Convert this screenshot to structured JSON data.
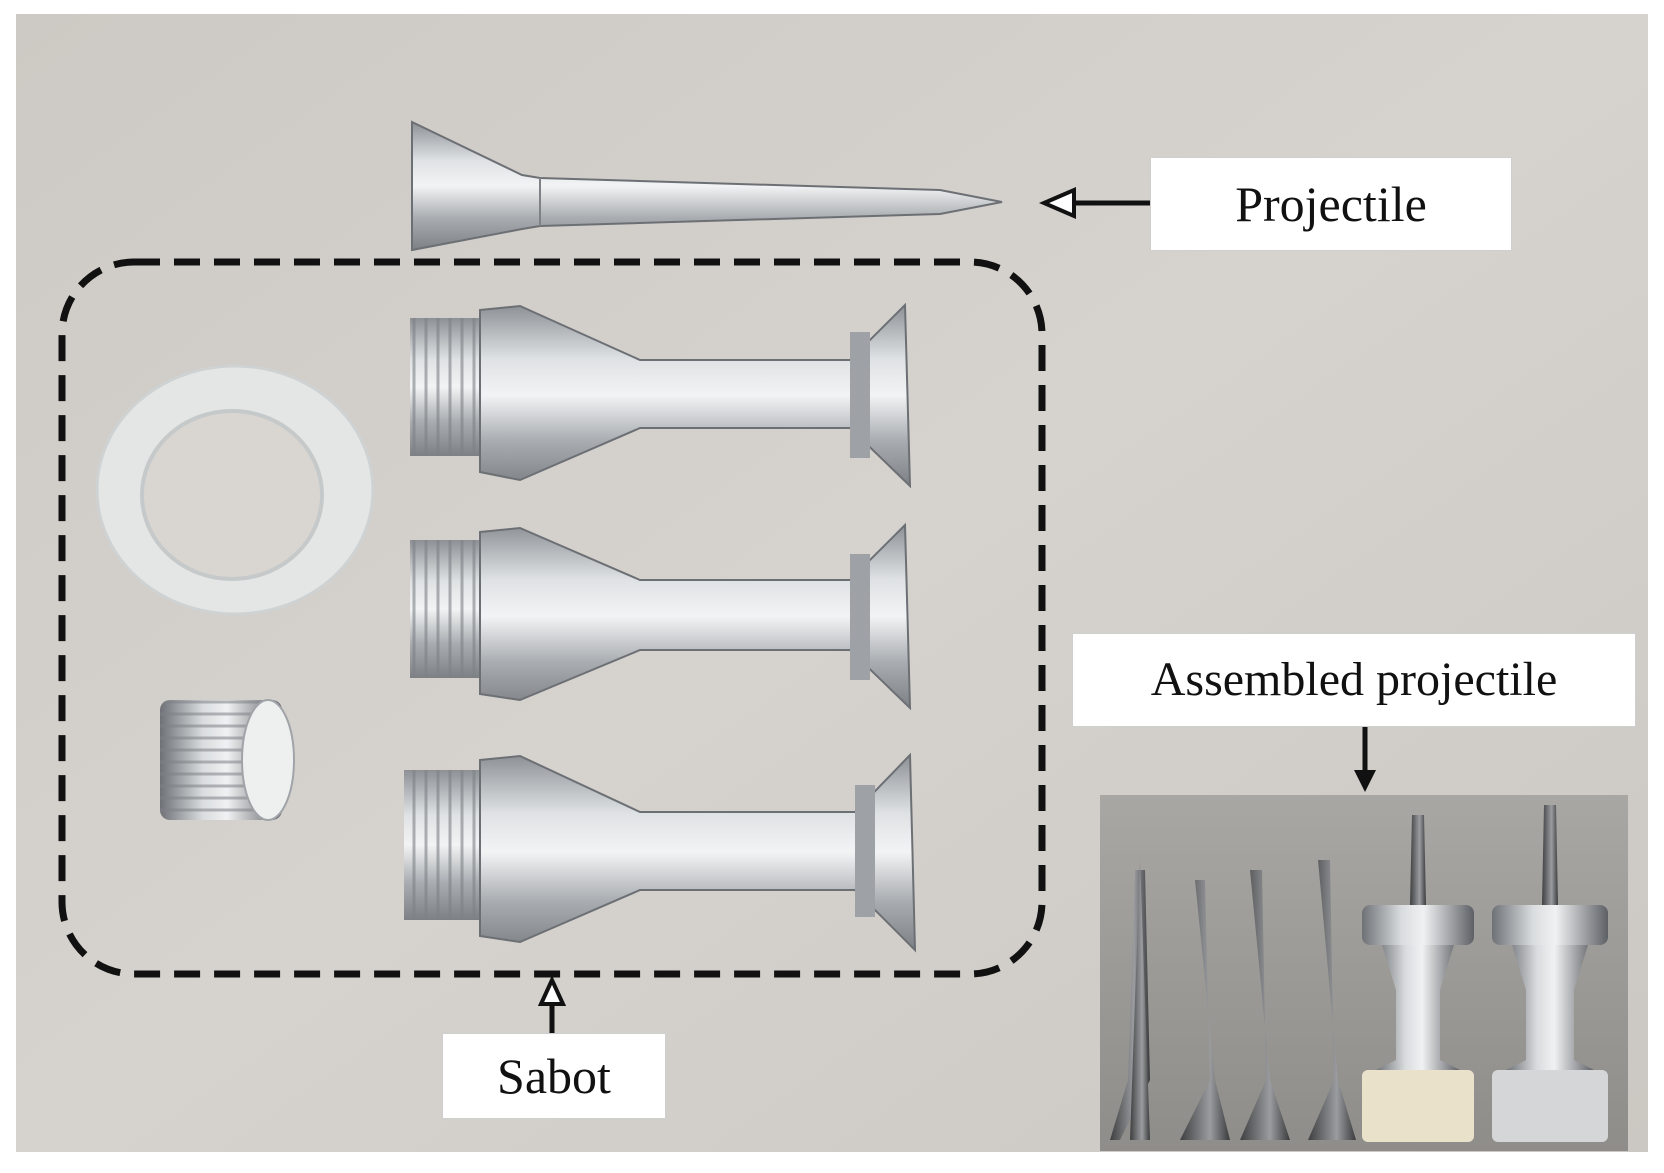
{
  "labels": {
    "projectile": "Projectile",
    "assembled_projectile": "Assembled projectile",
    "sabot": "Sabot"
  },
  "colors": {
    "background": "#cfcbc7",
    "metal": "#b8bcbf",
    "annotation": "#111111"
  }
}
